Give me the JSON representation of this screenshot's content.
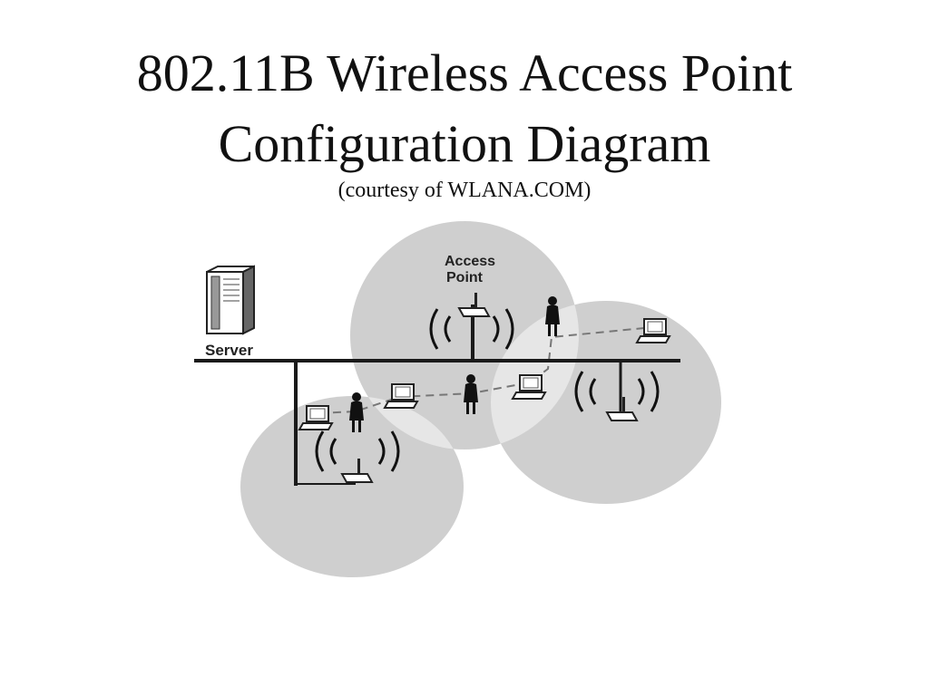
{
  "slide": {
    "title_line1": "802.11B Wireless Access Point",
    "title_line2": "Configuration Diagram",
    "subtitle": "(courtesy of WLANA.COM)"
  },
  "diagram": {
    "server_label": "Server",
    "access_point_label_line1": "Access",
    "access_point_label_line2": "Point",
    "colors": {
      "cell_fill": "#cfcfcf",
      "cell_overlap": "#e6e6e6",
      "backbone": "#1a1a1a",
      "roaming_path": "#777777"
    },
    "icons": [
      "server-icon",
      "access-point-icon",
      "laptop-icon",
      "person-icon",
      "radio-waves-icon"
    ]
  }
}
